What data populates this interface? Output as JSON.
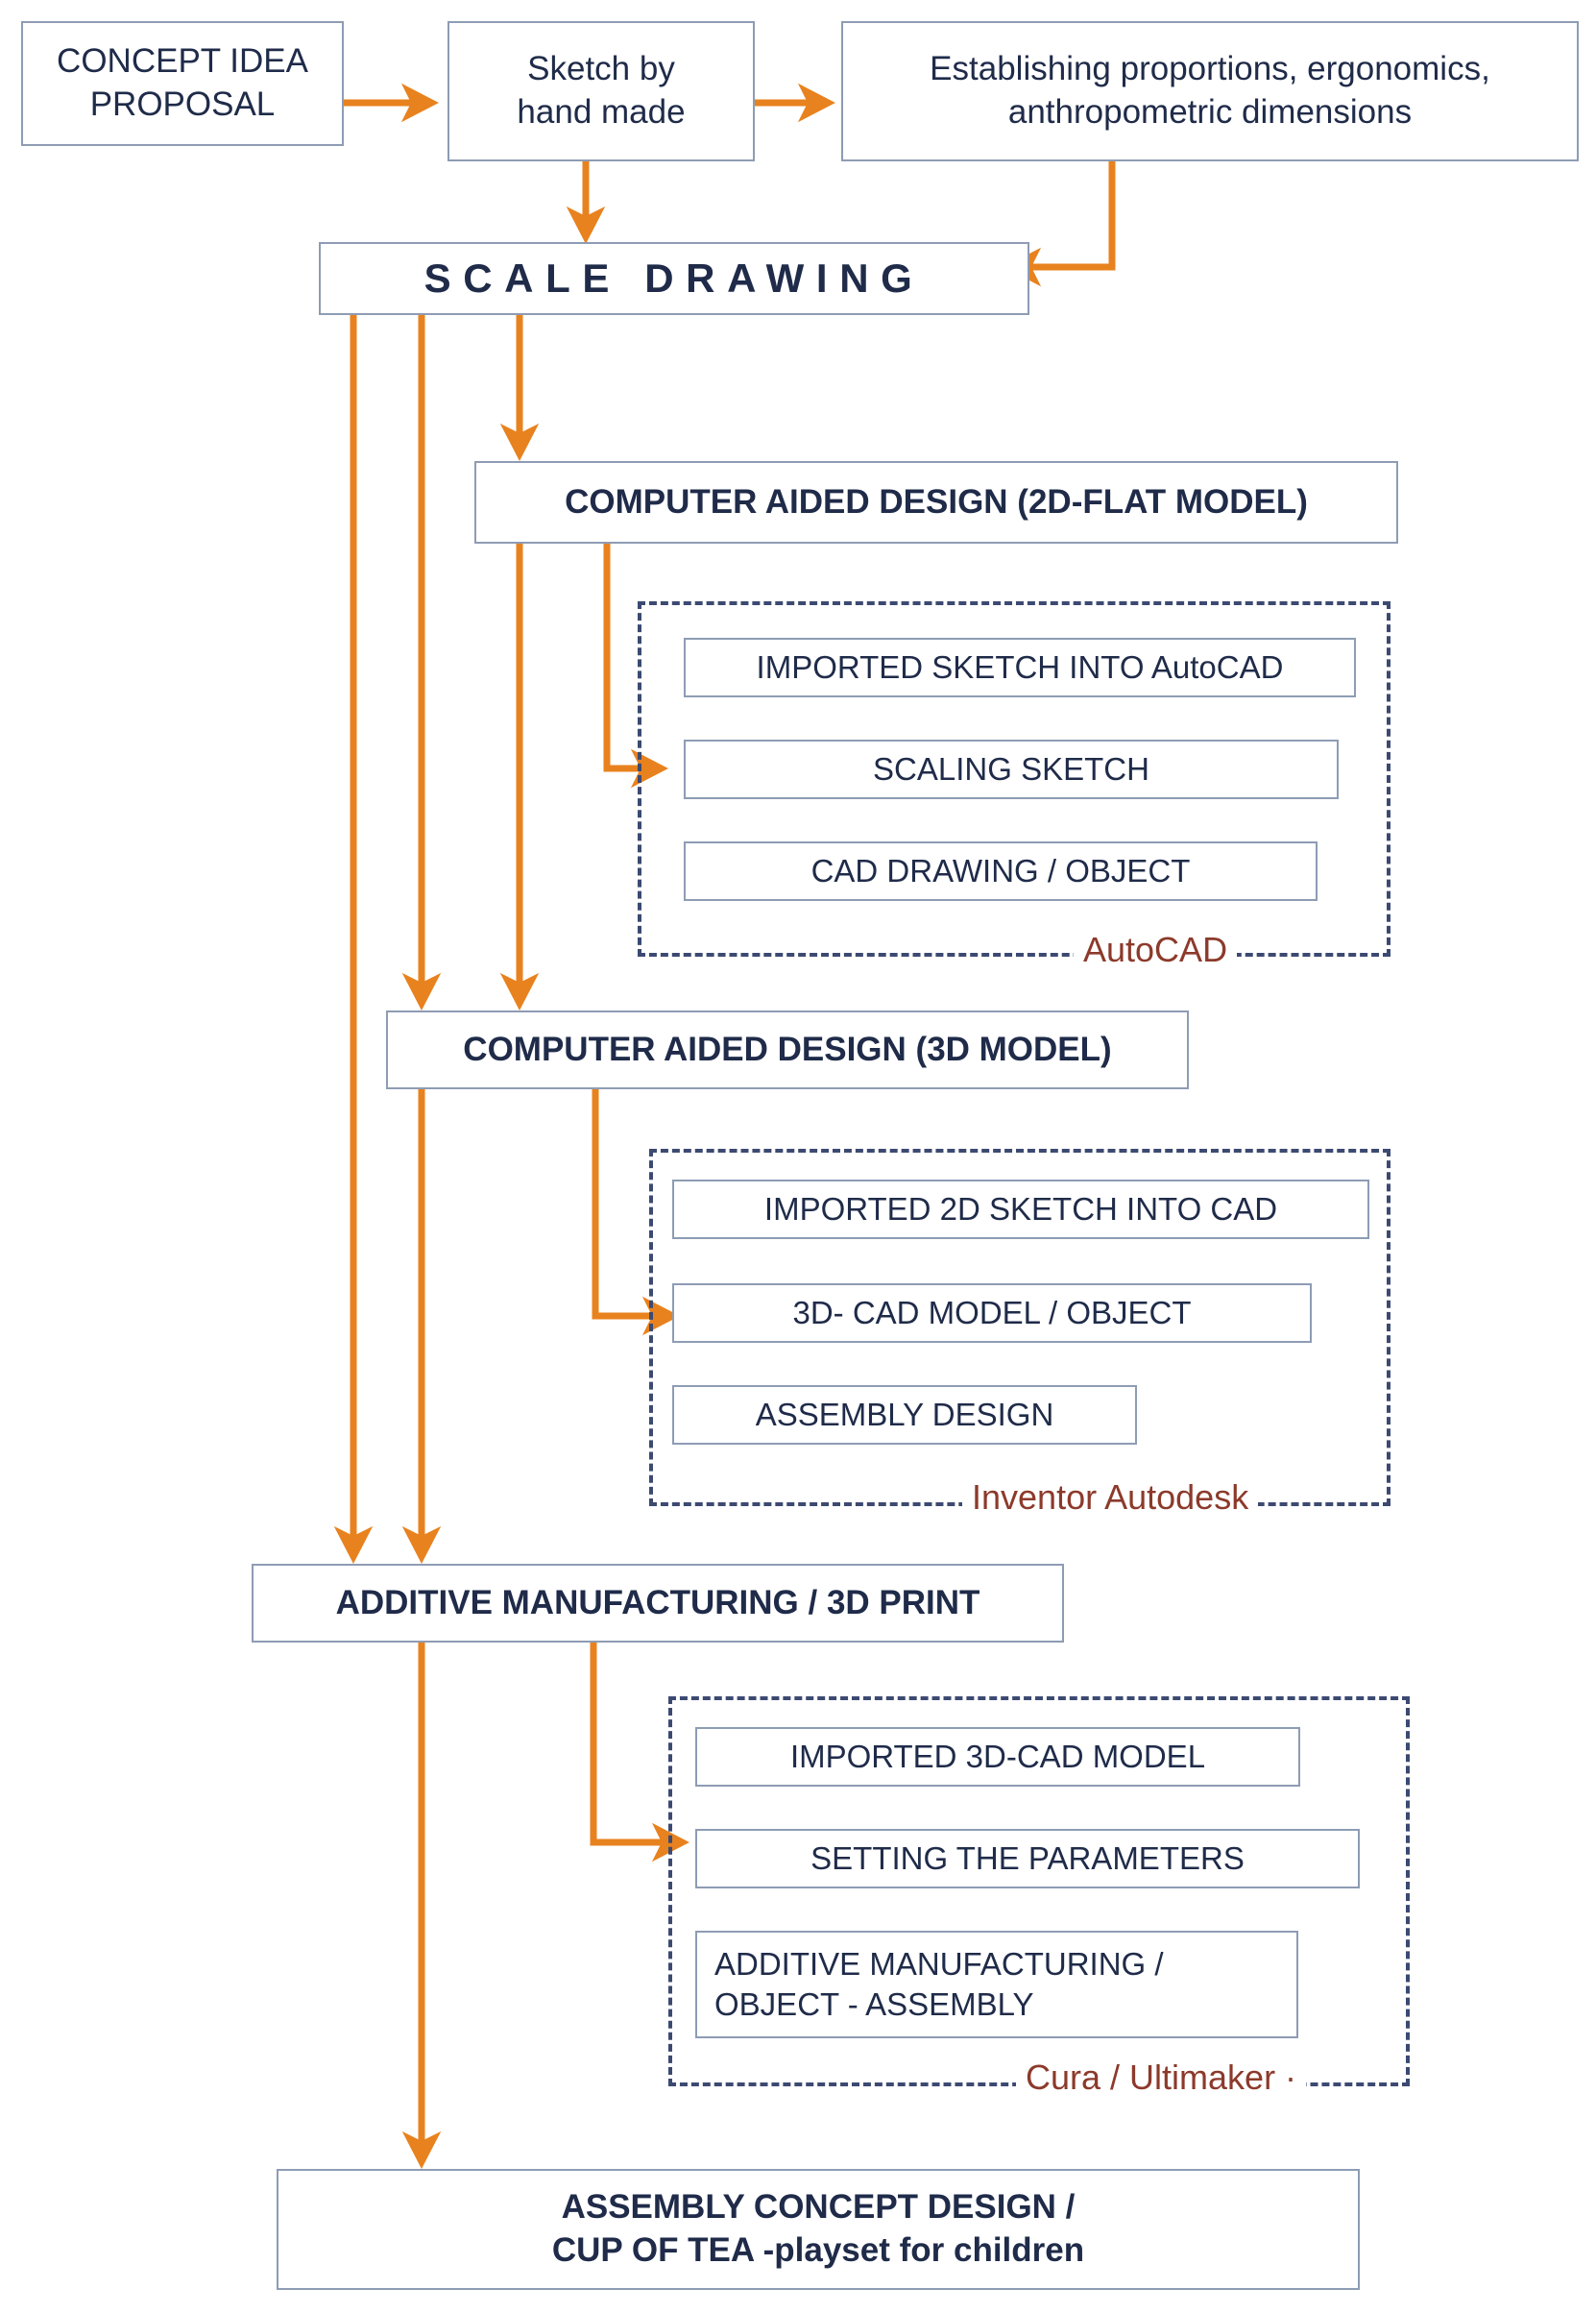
{
  "diagram": {
    "title": "Design process flowchart — Cup of Tea playset",
    "colors": {
      "arrow": "#E8821E",
      "node_border": "#8e9cb4",
      "node_text": "#1f2b49",
      "group_border": "#3c4a72",
      "group_label": "#8c3a2b",
      "background": "#ffffff"
    },
    "nodes": [
      {
        "id": "concept",
        "label": "CONCEPT IDEA\nPROPOSAL"
      },
      {
        "id": "sketch",
        "label": "Sketch by\nhand made"
      },
      {
        "id": "establishing",
        "label": "Establishing proportions, ergonomics,\nanthropometric dimensions"
      },
      {
        "id": "scale_drawing",
        "label": "SCALE DRAWING"
      },
      {
        "id": "cad_2d",
        "label": "COMPUTER AIDED DESIGN (2D-FLAT MODEL)"
      },
      {
        "id": "cad_3d",
        "label": "COMPUTER AIDED DESIGN (3D MODEL)"
      },
      {
        "id": "additive",
        "label": "ADDITIVE MANUFACTURING / 3D PRINT"
      },
      {
        "id": "final",
        "label": "ASSEMBLY CONCEPT DESIGN /\nCUP OF TEA -playset for children"
      }
    ],
    "groups": [
      {
        "id": "autocad",
        "label": "AutoCAD",
        "items": [
          "IMPORTED SKETCH INTO AutoCAD",
          "SCALING SKETCH",
          "CAD DRAWING / OBJECT"
        ]
      },
      {
        "id": "inventor",
        "label": "Inventor Autodesk",
        "items": [
          "IMPORTED 2D SKETCH INTO CAD",
          "3D- CAD MODEL  / OBJECT",
          "ASSEMBLY DESIGN"
        ]
      },
      {
        "id": "cura",
        "label": "Cura / Ultimaker ·",
        "items": [
          "IMPORTED 3D-CAD MODEL",
          "SETTING THE PARAMETERS",
          "ADDITIVE MANUFACTURING /\nOBJECT - ASSEMBLY"
        ]
      }
    ]
  }
}
